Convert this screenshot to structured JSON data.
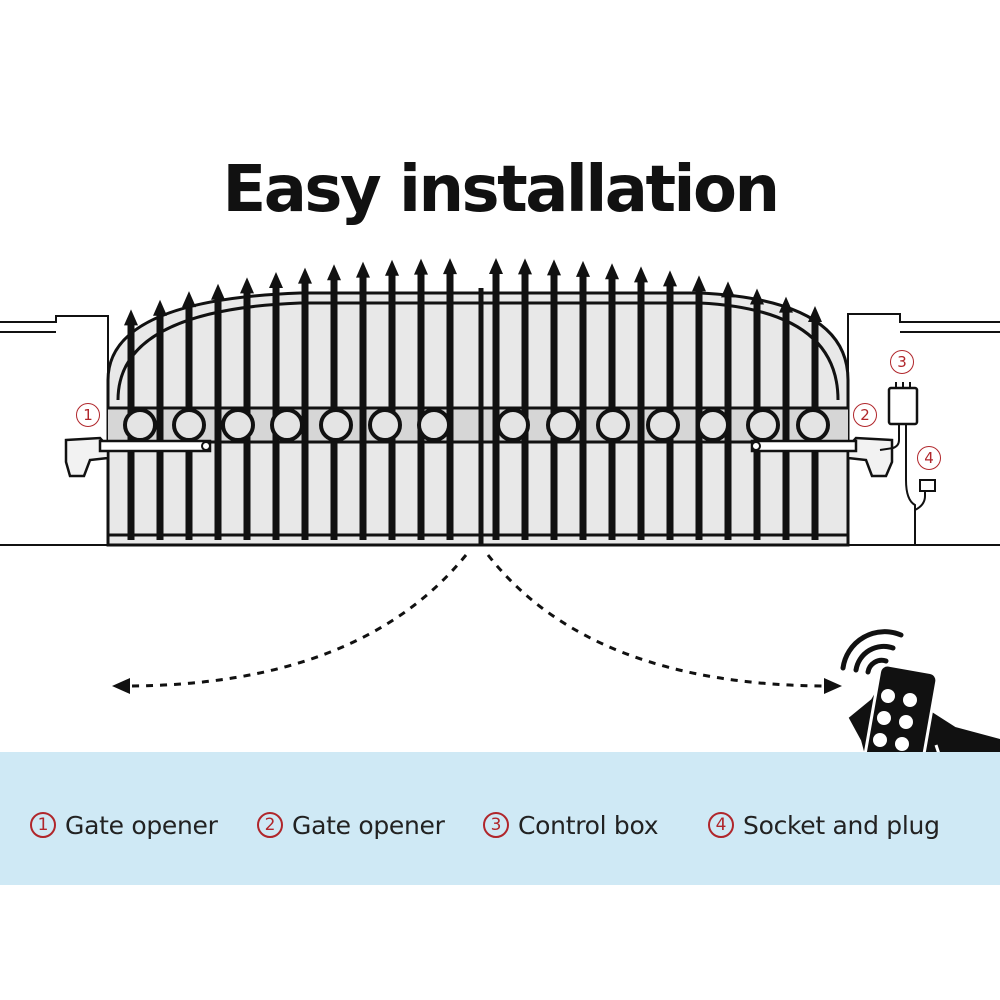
{
  "title": "Easy installation",
  "colors": {
    "accent_red": "#b0262b",
    "band_blue": "#cfe9f5",
    "ink": "#111111"
  },
  "callouts": [
    {
      "num": "1"
    },
    {
      "num": "2"
    },
    {
      "num": "3"
    },
    {
      "num": "4"
    }
  ],
  "legend": [
    {
      "num": "1",
      "label": "Gate opener"
    },
    {
      "num": "2",
      "label": "Gate opener"
    },
    {
      "num": "3",
      "label": "Control box"
    },
    {
      "num": "4",
      "label": "Socket and plug"
    }
  ],
  "icons": [
    "gate-icon",
    "remote-control-icon",
    "wireless-signal-icon",
    "control-box-icon",
    "socket-icon"
  ]
}
